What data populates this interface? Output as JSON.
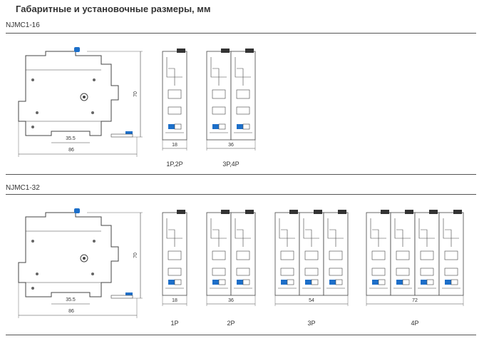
{
  "page": {
    "title": "Габаритные и установочные размеры, мм"
  },
  "sections": [
    {
      "model": "NJMC1-16",
      "side_dims": {
        "height": "70",
        "rail": "35.5",
        "depth": "86"
      },
      "groups": [
        {
          "caption": "1P,2P",
          "width": "18",
          "modules": 1
        },
        {
          "caption": "3P,4P",
          "width": "36",
          "modules": 2
        }
      ]
    },
    {
      "model": "NJMC1-32",
      "side_dims": {
        "height": "70",
        "rail": "35.5",
        "depth": "86"
      },
      "groups": [
        {
          "caption": "1P",
          "width": "18",
          "modules": 1
        },
        {
          "caption": "2P",
          "width": "36",
          "modules": 2
        },
        {
          "caption": "3P",
          "width": "54",
          "modules": 3
        },
        {
          "caption": "4P",
          "width": "72",
          "modules": 4
        }
      ]
    }
  ],
  "colors": {
    "accent_blue": "#1d6fc9",
    "line": "#444444",
    "rule": "#555555"
  }
}
